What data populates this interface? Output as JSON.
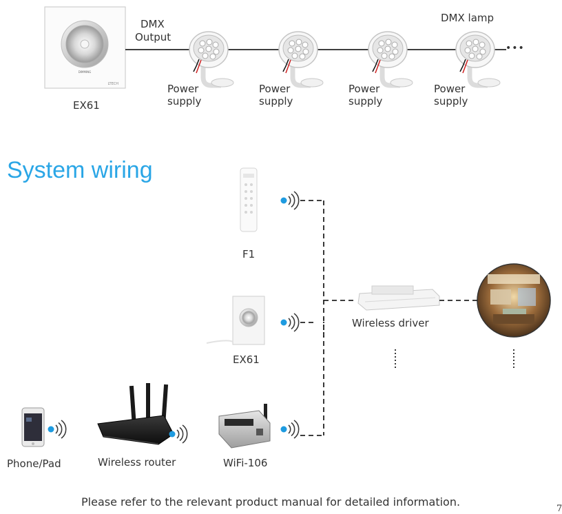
{
  "top_wiring": {
    "controller_label": "EX61",
    "output_label_1": "DMX",
    "output_label_2": "Output",
    "lamp_label": "DMX lamp",
    "power_label_1": "Power",
    "power_label_2": "supply",
    "ellipsis": "•••",
    "panel_brand": "LTECH",
    "panel_knob_text": "DIMMING"
  },
  "system_wiring": {
    "title": "System wiring",
    "devices": {
      "f1": "F1",
      "ex61": "EX61",
      "wireless_driver": "Wireless driver",
      "phone": "Phone/Pad",
      "router": "Wireless router",
      "wifi": "WiFi-106"
    }
  },
  "footer": {
    "note": "Please refer to the relevant product manual for detailed information.",
    "page_number": "7"
  },
  "colors": {
    "accent": "#2aa6e6",
    "line": "#222222",
    "wave": "#3a3a3a",
    "dot": "#1e9be0"
  }
}
